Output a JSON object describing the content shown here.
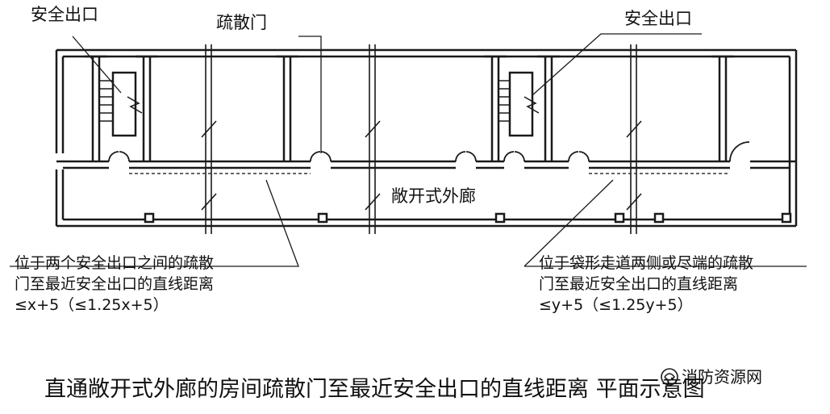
{
  "labels": {
    "safety_exit_left": "安全出口",
    "evacuation_door": "疏散门",
    "safety_exit_right": "安全出口",
    "corridor": "敞开式外廊"
  },
  "notes": {
    "between_exits": {
      "line1": "位于两个安全出口之间的疏散",
      "line2": "门至最近安全出口的直线距离",
      "line3": "≤x+5（≤1.25x+5）"
    },
    "dead_end": {
      "line1": "位于袋形走道两侧或尽端的疏散",
      "line2": "门至最近安全出口的直线距离",
      "line3": "≤y+5（≤1.25y+5）"
    }
  },
  "title": "直通敞开式外廊的房间疏散门至最近安全出口的直线距离 平面示意图",
  "watermark": "消防资源网",
  "colors": {
    "line": "#1a1a1a",
    "dash": "#333333",
    "background": "#ffffff"
  }
}
